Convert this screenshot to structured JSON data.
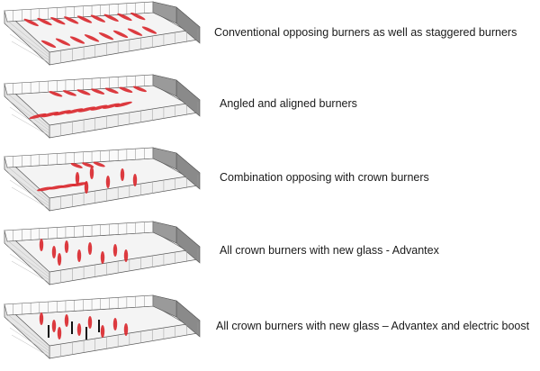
{
  "rows": [
    {
      "caption": "Conventional opposing burners as well as staggered burners",
      "burner_layout": "opposing-staggered"
    },
    {
      "caption": "Angled and aligned burners",
      "burner_layout": "angled-aligned"
    },
    {
      "caption": "Combination opposing with crown burners",
      "burner_layout": "opposing-crown"
    },
    {
      "caption": "All crown burners with new glass - Advantex",
      "burner_layout": "crown"
    },
    {
      "caption": "All crown burners with new glass – Advantex and electric boost",
      "burner_layout": "crown-electric"
    }
  ],
  "colors": {
    "burner": "#d9262b",
    "electrode": "#111111",
    "outline": "#555555",
    "wall": "#8a8a8a"
  }
}
